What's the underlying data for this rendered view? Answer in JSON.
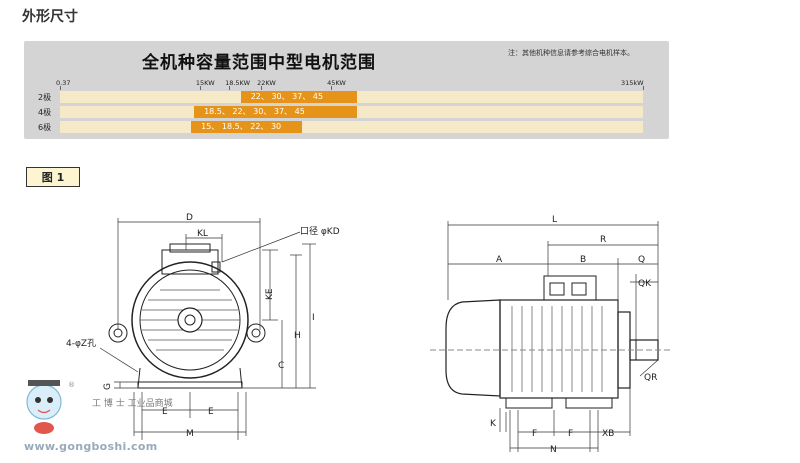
{
  "section_title": "外形尺寸",
  "range_chart": {
    "title": "全机种容量范围中型电机范围",
    "note": "注：其他机种信息请参考综合电机样本。",
    "scale": [
      {
        "label": "0.37",
        "pos": 0.0
      },
      {
        "label": "15KW",
        "pos": 0.24
      },
      {
        "label": "18.5KW",
        "pos": 0.29
      },
      {
        "label": "22KW",
        "pos": 0.345
      },
      {
        "label": "45KW",
        "pos": 0.465
      },
      {
        "label": "315kW",
        "pos": 1.0
      }
    ],
    "rows": [
      {
        "label": "2极",
        "values": "22、 30、 37、 45",
        "start": 0.31,
        "end": 0.51
      },
      {
        "label": "4极",
        "values": "18.5、 22、 30、 37、 45",
        "start": 0.23,
        "end": 0.51
      },
      {
        "label": "6极",
        "values": "15、 18.5、 22、 30",
        "start": 0.225,
        "end": 0.415
      }
    ],
    "colors": {
      "panel": "#d4d4d4",
      "track": "#f6e9c8",
      "bar": "#e69319"
    }
  },
  "figure_label": "图 1",
  "front_view": {
    "dims": {
      "D": "D",
      "KL": "KL",
      "KD": "口径 φKD",
      "KE": "KE",
      "H": "H",
      "C": "C",
      "I": "I",
      "G": "G",
      "E": "E",
      "M": "M",
      "holes": "4-φZ孔"
    }
  },
  "side_view": {
    "dims": {
      "L": "L",
      "R": "R",
      "A": "A",
      "B": "B",
      "Q": "Q",
      "QK": "QK",
      "QR": "QR",
      "K": "K",
      "F": "F",
      "N": "N",
      "XB": "XB"
    }
  },
  "watermark": {
    "text": "工 博 士   工业品商城",
    "url": "www.gongboshi.com",
    "symbol": "®"
  }
}
